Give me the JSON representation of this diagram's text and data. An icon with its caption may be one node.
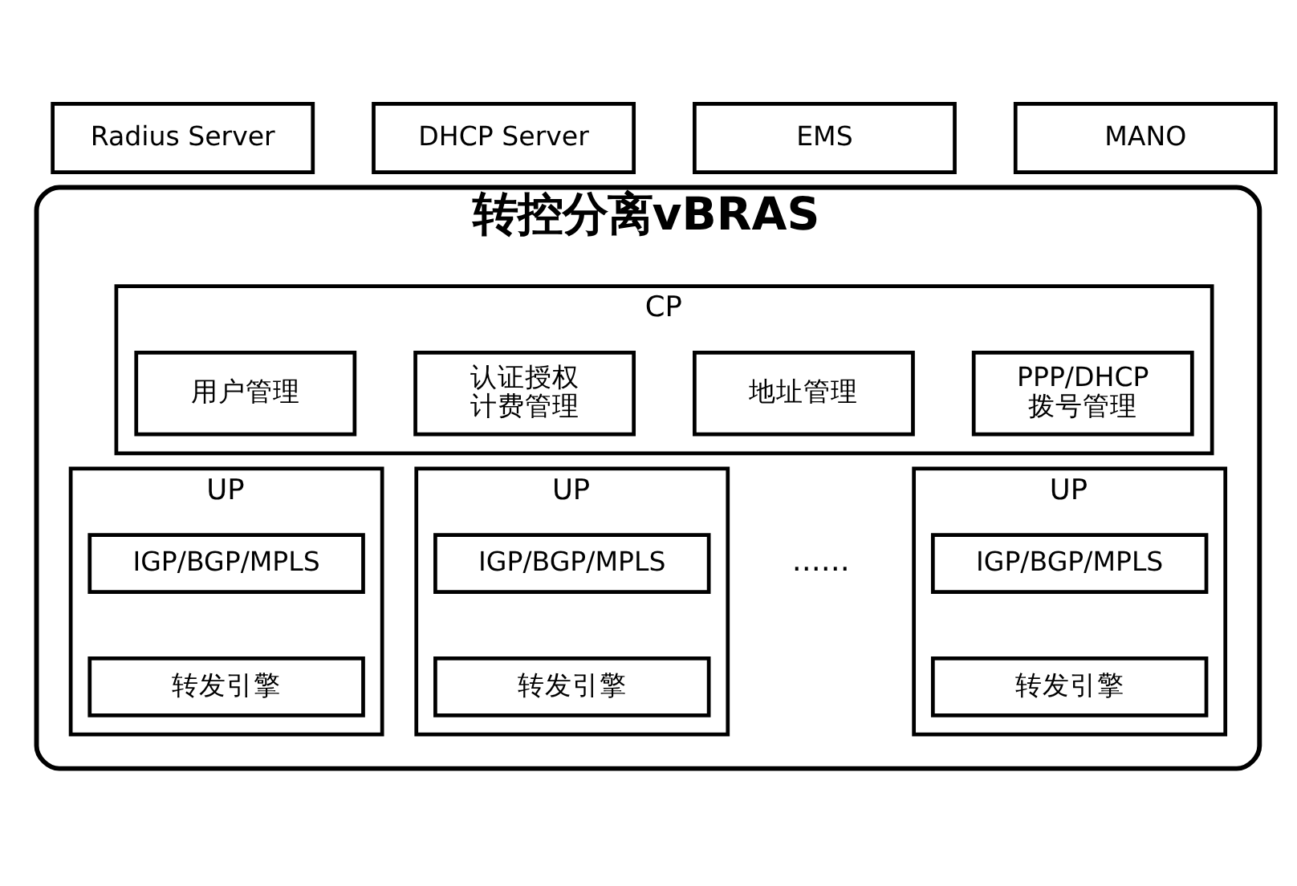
{
  "diagram": {
    "nodes": [
      {
        "text": [
          "Radius Server"
        ]
      },
      {
        "text": [
          "DHCP Server"
        ]
      },
      {
        "text": [
          "EMS"
        ]
      },
      {
        "text": [
          "MANO"
        ]
      },
      {
        "text": [
          "转控分离vBRAS"
        ]
      },
      {
        "text": [
          "CP"
        ],
        "in": 4
      },
      {
        "text": [
          "用户管理"
        ],
        "in": 5
      },
      {
        "text": [
          "认证授权计费管理"
        ],
        "in": 5
      },
      {
        "text": [
          "地址管理"
        ],
        "in": 5
      },
      {
        "text": [
          "PPP/DHCP拨号管理"
        ],
        "in": 5
      },
      {
        "text": [
          "UP"
        ],
        "in": 4
      },
      {
        "text": [
          "IGP/BGP/MPLS"
        ],
        "in": 10
      },
      {
        "text": [
          "转发引擎"
        ],
        "in": 10
      },
      {
        "text": [
          "UP"
        ],
        "in": 4
      },
      {
        "text": [
          "IGP/BGP/MPLS"
        ],
        "in": 13
      },
      {
        "text": [
          "转发引擎"
        ],
        "in": 13
      },
      {
        "text": [
          "UP"
        ],
        "in": 4
      },
      {
        "text": [
          "IGP/BGP/MPLS"
        ],
        "in": 16
      },
      {
        "text": [
          "转发引擎"
        ],
        "in": 16
      }
    ],
    "labels": [
      "......"
    ]
  }
}
